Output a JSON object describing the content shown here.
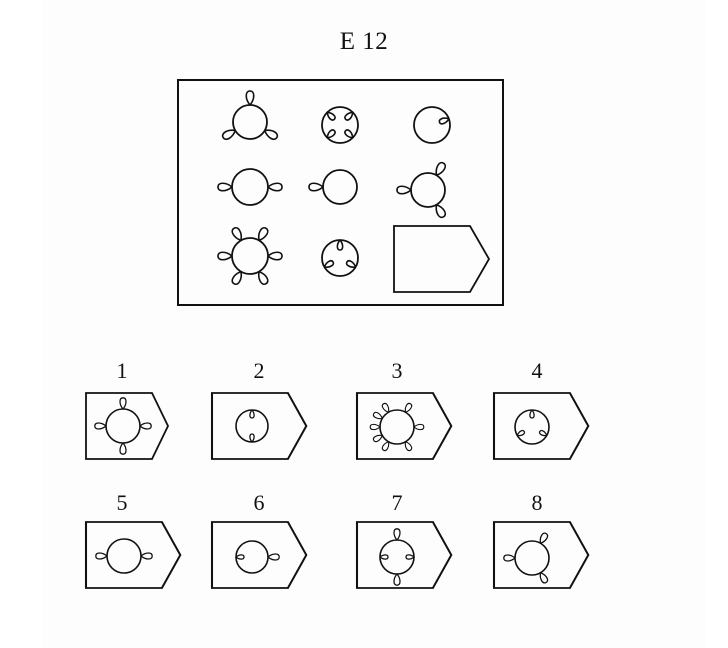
{
  "title": "E 12",
  "options": [
    {
      "label": "1"
    },
    {
      "label": "2"
    },
    {
      "label": "3"
    },
    {
      "label": "4"
    },
    {
      "label": "5"
    },
    {
      "label": "6"
    },
    {
      "label": "7"
    },
    {
      "label": "8"
    }
  ]
}
